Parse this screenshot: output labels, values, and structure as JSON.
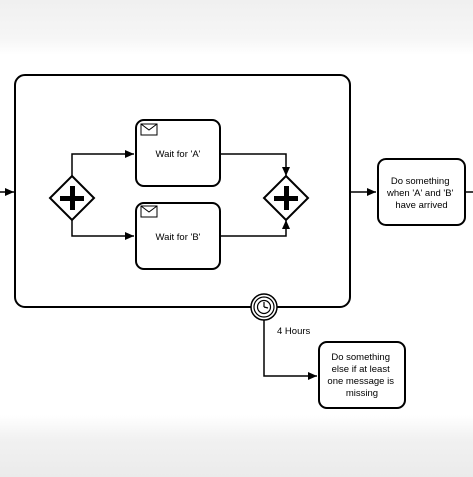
{
  "tasks": {
    "wait_a": {
      "label": "Wait for 'A'"
    },
    "wait_b": {
      "label": "Wait for 'B'"
    },
    "do_something": {
      "lines": [
        "Do something",
        "when 'A' and 'B'",
        "have arrived"
      ]
    },
    "do_else": {
      "lines": [
        "Do something",
        "else if at least",
        "one message is",
        "missing"
      ]
    }
  },
  "timer": {
    "label": "4 Hours"
  },
  "icons": {
    "message": "envelope-icon",
    "gateway": "plus-icon",
    "timer": "clock-icon"
  }
}
